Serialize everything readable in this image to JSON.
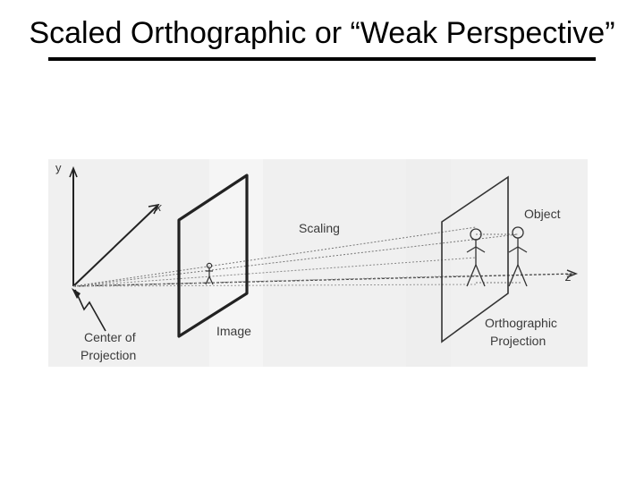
{
  "slide": {
    "title": "Scaled Orthographic or “Weak Perspective”"
  },
  "diagram": {
    "labels": {
      "y_axis": "y",
      "x_axis": "x",
      "z_axis": "z",
      "scaling": "Scaling",
      "object": "Object",
      "image": "Image",
      "center_line1": "Center of",
      "center_line2": "Projection",
      "ortho_line1": "Orthographic",
      "ortho_line2": "Projection"
    }
  }
}
